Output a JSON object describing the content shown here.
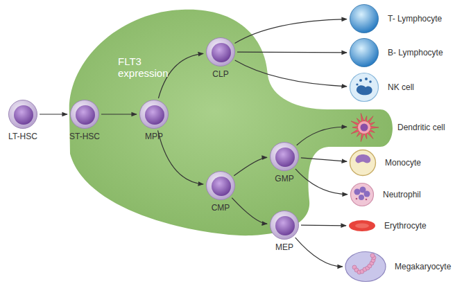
{
  "diagram": {
    "nodes": [
      {
        "text": [
          "LT-HSC"
        ]
      },
      {
        "text": [
          "FLT3 expression"
        ]
      },
      {
        "text": [
          "ST-HSC"
        ],
        "in": 1
      },
      {
        "text": [
          "MPP"
        ],
        "in": 1
      },
      {
        "text": [
          "CLP"
        ],
        "in": 1
      },
      {
        "text": [
          "CMP"
        ],
        "in": 1
      },
      {
        "text": [
          "GMP"
        ],
        "in": 1
      },
      {
        "text": [
          "MEP"
        ]
      },
      {
        "text": [
          "T- Lymphocyte"
        ]
      },
      {
        "text": [
          "B- Lymphocyte"
        ]
      },
      {
        "text": [
          "NK cell"
        ]
      },
      {
        "text": [
          "Dendritic cell"
        ],
        "in": 1
      },
      {
        "text": [
          "Monocyte"
        ]
      },
      {
        "text": [
          "Neutrophil"
        ]
      },
      {
        "text": [
          "Erythrocyte"
        ]
      },
      {
        "text": [
          "Megakaryocyte"
        ]
      }
    ],
    "edges": [
      {
        "from": 0,
        "to": 2,
        "arrow": "to"
      },
      {
        "from": 2,
        "to": 3,
        "arrow": "to"
      },
      {
        "from": 3,
        "to": 4,
        "arrow": "to"
      },
      {
        "from": 3,
        "to": 5,
        "arrow": "to"
      },
      {
        "from": 4,
        "to": 8,
        "arrow": "to"
      },
      {
        "from": 4,
        "to": 9,
        "arrow": "to"
      },
      {
        "from": 4,
        "to": 10,
        "arrow": "to"
      },
      {
        "from": 5,
        "to": 6,
        "arrow": "to"
      },
      {
        "from": 5,
        "to": 7,
        "arrow": "to"
      },
      {
        "from": 6,
        "to": 11,
        "arrow": "to"
      },
      {
        "from": 6,
        "to": 12,
        "arrow": "to"
      },
      {
        "from": 6,
        "to": 13,
        "arrow": "to"
      },
      {
        "from": 7,
        "to": 14,
        "arrow": "to"
      },
      {
        "from": 7,
        "to": 15,
        "arrow": "to"
      }
    ]
  }
}
